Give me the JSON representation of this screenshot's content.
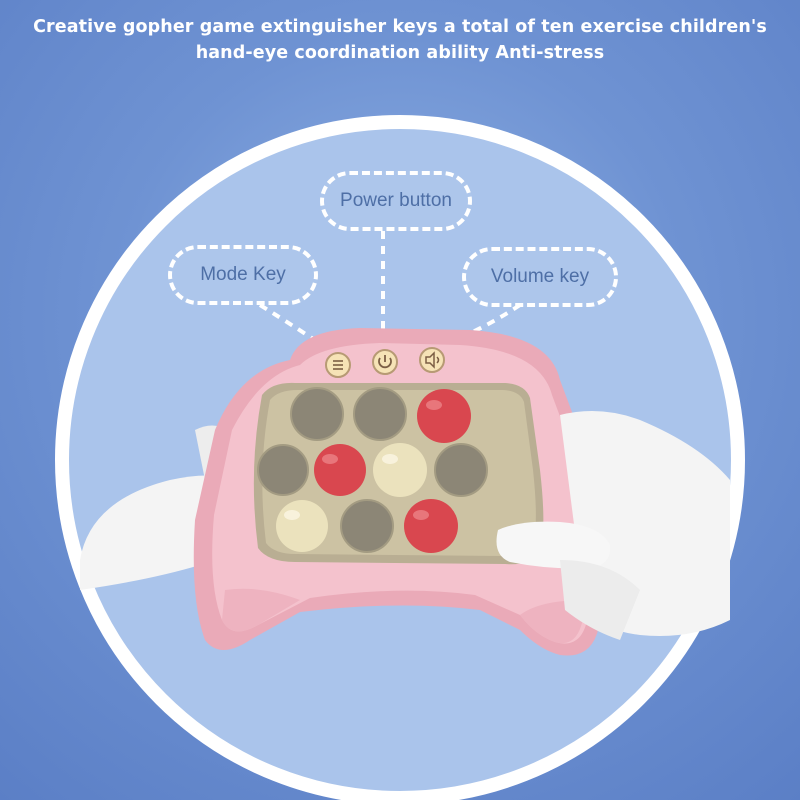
{
  "title": {
    "line1": "Creative gopher game extinguisher keys a total of ten exercise children's",
    "line2": "hand-eye coordination ability Anti-stress"
  },
  "callouts": {
    "power": "Power button",
    "mode": "Mode Key",
    "volume": "Volume key"
  },
  "colors": {
    "background": "#6f93d3",
    "circle": "#a9c3ea",
    "device_pink": "#f2bcc7",
    "bubble_gray": "#8a8474",
    "bubble_red": "#d94b52",
    "bubble_cream": "#ece3bf",
    "callout_text": "#4e6fa6"
  },
  "device": {
    "buttons": [
      "mode-icon",
      "power-icon",
      "volume-icon"
    ],
    "bubbles": [
      [
        "gray",
        "gray",
        "red"
      ],
      [
        "gray",
        "red",
        "cream",
        "gray"
      ],
      [
        "cream",
        "gray",
        "red"
      ]
    ]
  }
}
